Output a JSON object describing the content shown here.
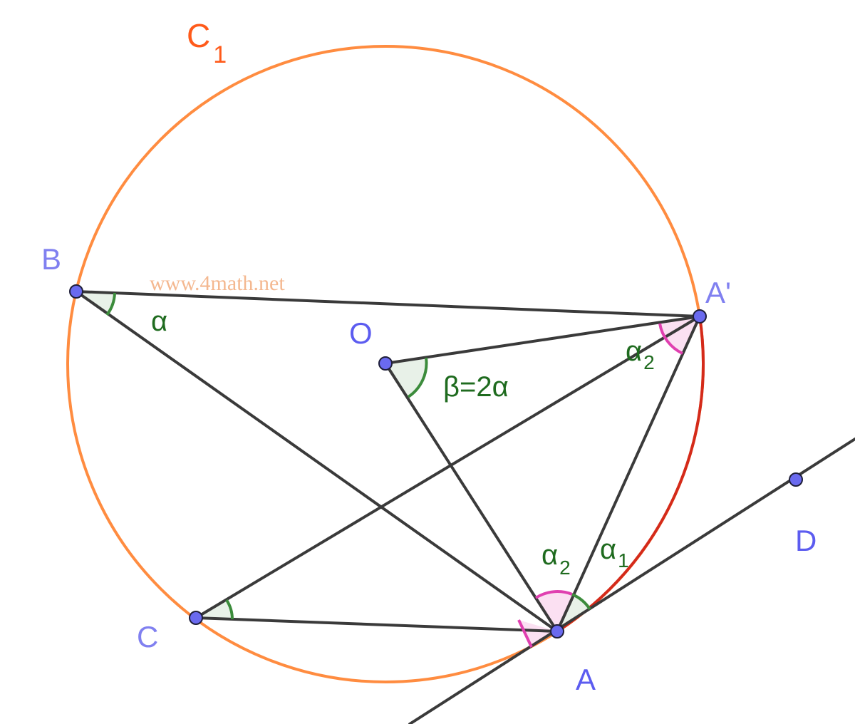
{
  "circle": {
    "label": "C",
    "label_subscript": "1",
    "color": "#ff8c40",
    "arc_color": "#d42a1a"
  },
  "points": {
    "B": {
      "label": "B"
    },
    "A_prime": {
      "label": "A'"
    },
    "O": {
      "label": "O"
    },
    "C": {
      "label": "C"
    },
    "A": {
      "label": "A"
    },
    "D": {
      "label": "D"
    }
  },
  "angles": {
    "alpha_B": {
      "text": "α"
    },
    "beta_O": {
      "text": "β=2α"
    },
    "alpha2_Aprime": {
      "text": "α",
      "subscript": "2"
    },
    "alpha2_A": {
      "text": "α",
      "subscript": "2"
    },
    "alpha1_A": {
      "text": "α",
      "subscript": "1"
    }
  },
  "watermark": {
    "text": "www.4math.net"
  },
  "colors": {
    "point_fill": "#6a6aef",
    "point_label": "#5c5cf0",
    "point_label_light": "#8080f0",
    "angle_label": "#1f6b1f",
    "green_arc": "#3c8c3c",
    "green_fill": "#e8f1e8",
    "pink_arc": "#e040b0",
    "pink_fill": "#fbe0f2",
    "segment": "#3a3a3a",
    "watermark": "#f4b890"
  }
}
